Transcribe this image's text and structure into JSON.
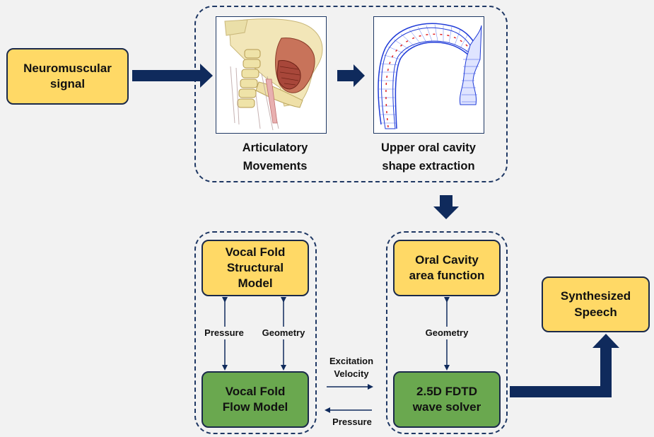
{
  "nodes": {
    "neuromuscular": [
      "Neuromuscular",
      "signal"
    ],
    "articulatory_caption": [
      "Articulatory",
      "Movements"
    ],
    "upper_oral_caption": [
      "Upper oral cavity",
      "shape extraction"
    ],
    "vf_structural": [
      "Vocal Fold",
      "Structural",
      "Model"
    ],
    "vf_flow": [
      "Vocal Fold",
      "Flow Model"
    ],
    "oral_area": [
      "Oral Cavity",
      "area function"
    ],
    "fdtd": [
      "2.5D FDTD",
      "wave solver"
    ],
    "synthesized": [
      "Synthesized",
      "Speech"
    ]
  },
  "edge_labels": {
    "pressure_left": "Pressure",
    "geometry_left": "Geometry",
    "geometry_right": "Geometry",
    "excitation": [
      "Excitation",
      "Velocity"
    ],
    "pressure_bottom": "Pressure"
  },
  "colors": {
    "yellow": "#ffd966",
    "green": "#6aa84f",
    "navy": "#0f2a5c",
    "dashed_border": "#1f3864"
  },
  "icons": {
    "head_model": "3d-head-neck-articulatory-model-image",
    "oral_mesh": "oral-cavity-mesh-image"
  }
}
